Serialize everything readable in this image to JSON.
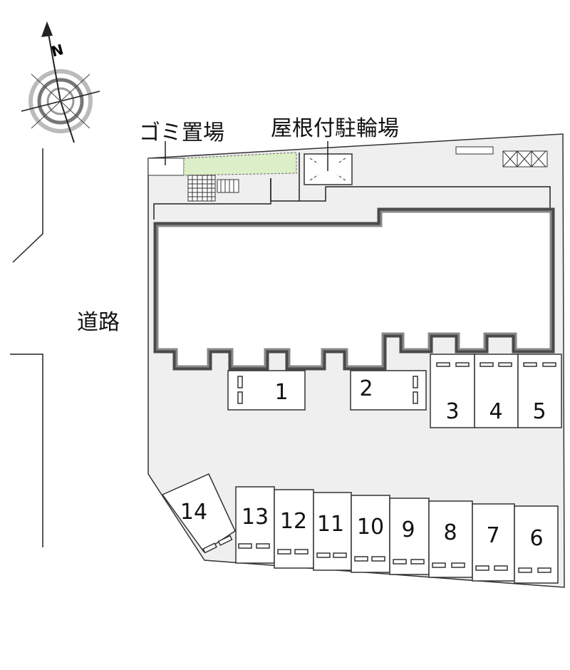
{
  "labels": {
    "garbage": "ゴミ置場",
    "bicycle": "屋根付駐輪場",
    "road": "道路",
    "north": "N"
  },
  "parking": [
    "1",
    "2",
    "3",
    "4",
    "5",
    "6",
    "7",
    "8",
    "9",
    "10",
    "11",
    "12",
    "13",
    "14"
  ],
  "colors": {
    "site": "#efefef",
    "wall": "#4a4a4a",
    "green": "#dcefc8"
  }
}
